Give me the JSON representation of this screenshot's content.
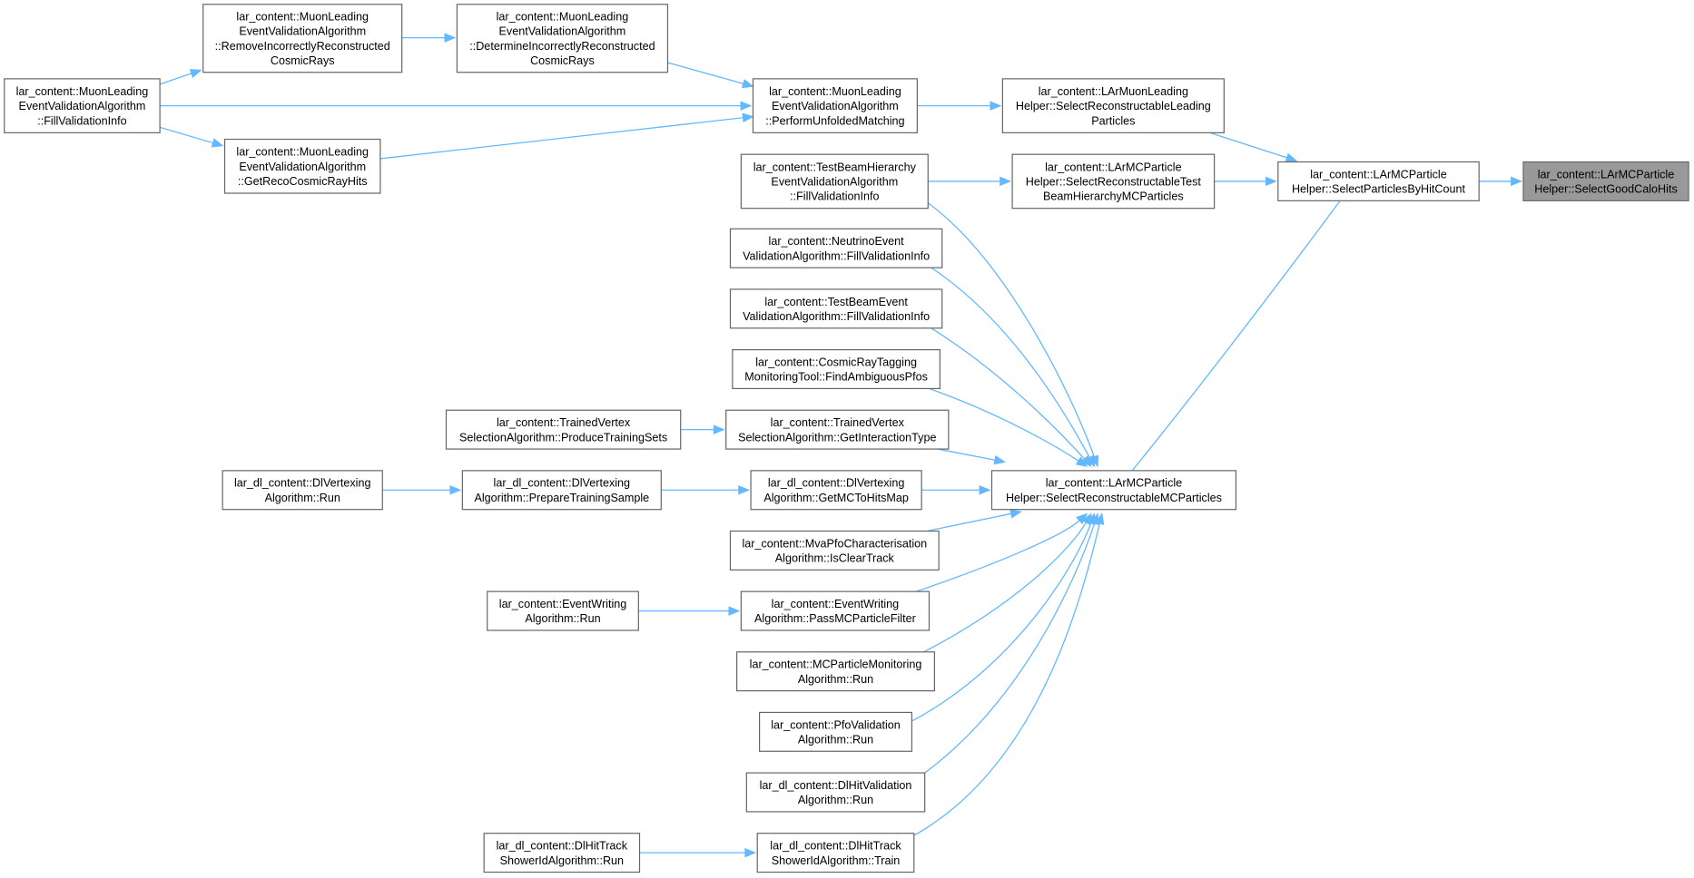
{
  "colors": {
    "edge": "#63b8ff",
    "node_border": "#666666",
    "node_fill": "#ffffff",
    "root_fill": "#999999"
  },
  "nodes": [
    {
      "id": "select_good_calo_hits",
      "root": true,
      "lines": [
        "lar_content::LArMCParticle",
        "Helper::SelectGoodCaloHits"
      ]
    },
    {
      "id": "select_particles_by_hit_count",
      "lines": [
        "lar_content::LArMCParticle",
        "Helper::SelectParticlesByHitCount"
      ]
    },
    {
      "id": "muon_select_leading",
      "lines": [
        "lar_content::LArMuonLeading",
        "Helper::SelectReconstructableLeading",
        "Particles"
      ]
    },
    {
      "id": "select_test_beam_hierarchy",
      "lines": [
        "lar_content::LArMCParticle",
        "Helper::SelectReconstructableTest",
        "BeamHierarchyMCParticles"
      ]
    },
    {
      "id": "select_reconstructable_mc",
      "lines": [
        "lar_content::LArMCParticle",
        "Helper::SelectReconstructableMCParticles"
      ]
    },
    {
      "id": "muon_perform_unfolded",
      "lines": [
        "lar_content::MuonLeading",
        "EventValidationAlgorithm",
        "::PerformUnfoldedMatching"
      ]
    },
    {
      "id": "muon_determine_incorrect",
      "lines": [
        "lar_content::MuonLeading",
        "EventValidationAlgorithm",
        "::DetermineIncorrectlyReconstructed",
        "CosmicRays"
      ]
    },
    {
      "id": "muon_remove_incorrect",
      "lines": [
        "lar_content::MuonLeading",
        "EventValidationAlgorithm",
        "::RemoveIncorrectlyReconstructed",
        "CosmicRays"
      ]
    },
    {
      "id": "muon_fill_validation",
      "lines": [
        "lar_content::MuonLeading",
        "EventValidationAlgorithm",
        "::FillValidationInfo"
      ]
    },
    {
      "id": "muon_get_reco_cosmic",
      "lines": [
        "lar_content::MuonLeading",
        "EventValidationAlgorithm",
        "::GetRecoCosmicRayHits"
      ]
    },
    {
      "id": "test_beam_hierarchy_fill",
      "lines": [
        "lar_content::TestBeamHierarchy",
        "EventValidationAlgorithm",
        "::FillValidationInfo"
      ]
    },
    {
      "id": "neutrino_event_fill",
      "lines": [
        "lar_content::NeutrinoEvent",
        "ValidationAlgorithm::FillValidationInfo"
      ]
    },
    {
      "id": "test_beam_event_fill",
      "lines": [
        "lar_content::TestBeamEvent",
        "ValidationAlgorithm::FillValidationInfo"
      ]
    },
    {
      "id": "cosmic_ray_tagging",
      "lines": [
        "lar_content::CosmicRayTagging",
        "MonitoringTool::FindAmbiguousPfos"
      ]
    },
    {
      "id": "trained_vertex_interaction",
      "lines": [
        "lar_content::TrainedVertex",
        "SelectionAlgorithm::GetInteractionType"
      ]
    },
    {
      "id": "trained_vertex_produce",
      "lines": [
        "lar_content::TrainedVertex",
        "SelectionAlgorithm::ProduceTrainingSets"
      ]
    },
    {
      "id": "dl_vertexing_get_mc",
      "lines": [
        "lar_dl_content::DlVertexing",
        "Algorithm::GetMCToHitsMap"
      ]
    },
    {
      "id": "dl_vertexing_prepare",
      "lines": [
        "lar_dl_content::DlVertexing",
        "Algorithm::PrepareTrainingSample"
      ]
    },
    {
      "id": "dl_vertexing_run",
      "lines": [
        "lar_dl_content::DlVertexing",
        "Algorithm::Run"
      ]
    },
    {
      "id": "mva_pfo_clear_track",
      "lines": [
        "lar_content::MvaPfoCharacterisation",
        "Algorithm::IsClearTrack"
      ]
    },
    {
      "id": "event_writing_pass",
      "lines": [
        "lar_content::EventWriting",
        "Algorithm::PassMCParticleFilter"
      ]
    },
    {
      "id": "event_writing_run",
      "lines": [
        "lar_content::EventWriting",
        "Algorithm::Run"
      ]
    },
    {
      "id": "mc_particle_monitoring_run",
      "lines": [
        "lar_content::MCParticleMonitoring",
        "Algorithm::Run"
      ]
    },
    {
      "id": "pfo_validation_run",
      "lines": [
        "lar_content::PfoValidation",
        "Algorithm::Run"
      ]
    },
    {
      "id": "dl_hit_validation_run",
      "lines": [
        "lar_dl_content::DlHitValidation",
        "Algorithm::Run"
      ]
    },
    {
      "id": "dl_hit_track_shower_train",
      "lines": [
        "lar_dl_content::DlHitTrack",
        "ShowerIdAlgorithm::Train"
      ]
    },
    {
      "id": "dl_hit_track_shower_run",
      "lines": [
        "lar_dl_content::DlHitTrack",
        "ShowerIdAlgorithm::Run"
      ]
    }
  ],
  "edges": [
    {
      "from": "select_particles_by_hit_count",
      "to": "select_good_calo_hits"
    },
    {
      "from": "muon_select_leading",
      "to": "select_particles_by_hit_count"
    },
    {
      "from": "select_test_beam_hierarchy",
      "to": "select_particles_by_hit_count"
    },
    {
      "from": "select_reconstructable_mc",
      "to": "select_particles_by_hit_count"
    },
    {
      "from": "muon_perform_unfolded",
      "to": "muon_select_leading"
    },
    {
      "from": "muon_determine_incorrect",
      "to": "muon_perform_unfolded"
    },
    {
      "from": "muon_fill_validation",
      "to": "muon_perform_unfolded"
    },
    {
      "from": "muon_get_reco_cosmic",
      "to": "muon_perform_unfolded"
    },
    {
      "from": "muon_remove_incorrect",
      "to": "muon_determine_incorrect"
    },
    {
      "from": "muon_fill_validation",
      "to": "muon_remove_incorrect"
    },
    {
      "from": "muon_fill_validation",
      "to": "muon_get_reco_cosmic"
    },
    {
      "from": "test_beam_hierarchy_fill",
      "to": "select_test_beam_hierarchy"
    },
    {
      "from": "test_beam_hierarchy_fill",
      "to": "select_reconstructable_mc"
    },
    {
      "from": "neutrino_event_fill",
      "to": "select_reconstructable_mc"
    },
    {
      "from": "test_beam_event_fill",
      "to": "select_reconstructable_mc"
    },
    {
      "from": "cosmic_ray_tagging",
      "to": "select_reconstructable_mc"
    },
    {
      "from": "trained_vertex_interaction",
      "to": "select_reconstructable_mc"
    },
    {
      "from": "dl_vertexing_get_mc",
      "to": "select_reconstructable_mc"
    },
    {
      "from": "mva_pfo_clear_track",
      "to": "select_reconstructable_mc"
    },
    {
      "from": "event_writing_pass",
      "to": "select_reconstructable_mc"
    },
    {
      "from": "mc_particle_monitoring_run",
      "to": "select_reconstructable_mc"
    },
    {
      "from": "pfo_validation_run",
      "to": "select_reconstructable_mc"
    },
    {
      "from": "dl_hit_validation_run",
      "to": "select_reconstructable_mc"
    },
    {
      "from": "dl_hit_track_shower_train",
      "to": "select_reconstructable_mc"
    },
    {
      "from": "trained_vertex_produce",
      "to": "trained_vertex_interaction"
    },
    {
      "from": "dl_vertexing_prepare",
      "to": "dl_vertexing_get_mc"
    },
    {
      "from": "dl_vertexing_run",
      "to": "dl_vertexing_prepare"
    },
    {
      "from": "event_writing_run",
      "to": "event_writing_pass"
    },
    {
      "from": "dl_hit_track_shower_run",
      "to": "dl_hit_track_shower_train"
    }
  ]
}
